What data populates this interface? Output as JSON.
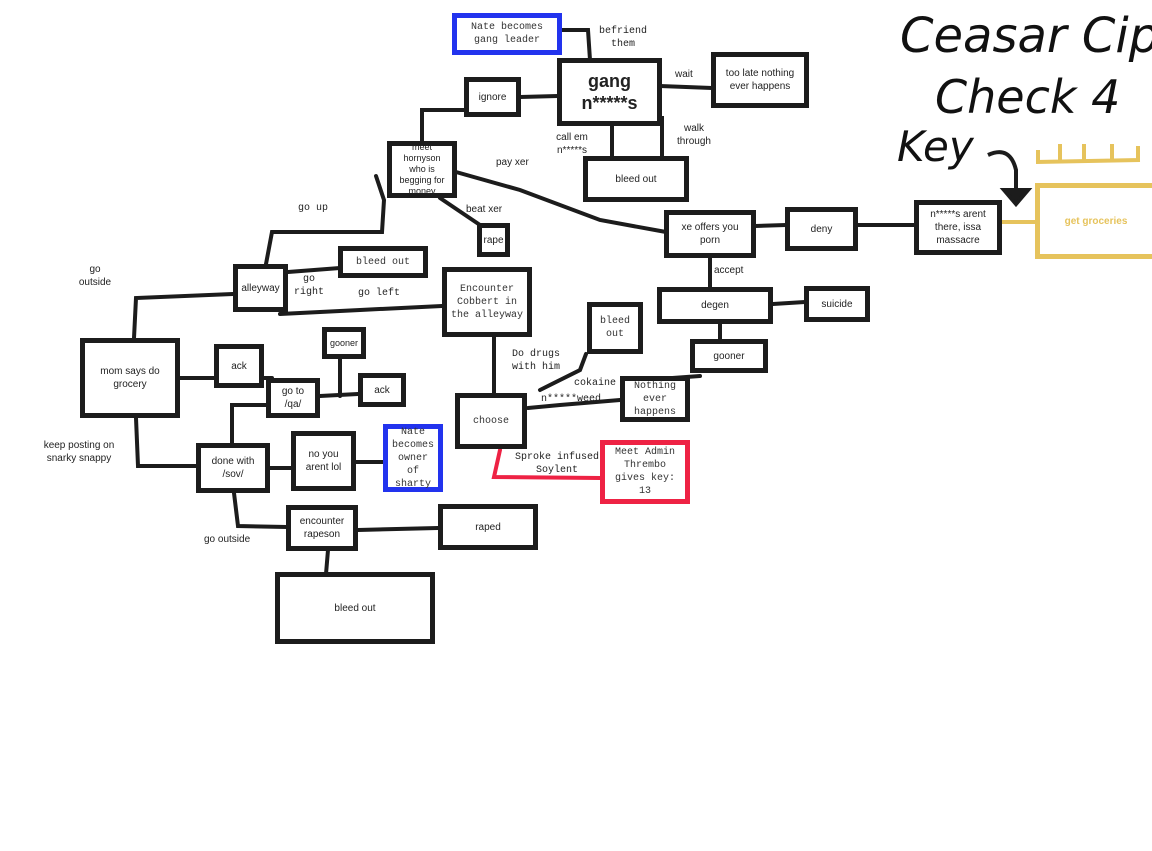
{
  "title_note": {
    "line1": "Ceasar Ciph",
    "line2": "Check 4",
    "line3": "Key"
  },
  "colors": {
    "ink": "#1c1c1c",
    "blue": "#2233ee",
    "red": "#ee2244",
    "yellow": "#e6c35c"
  },
  "nodes": {
    "nate_gang_leader": "Nate becomes gang leader",
    "gang": "gang n*****s",
    "too_late": "too late nothing ever happens",
    "bleed_out_gang": "bleed out",
    "ignore": "ignore",
    "meet_hornyson": "meet hornyson who is begging for money",
    "rape": "rape",
    "xe_offers_porn": "xe offers you porn",
    "deny": "deny",
    "massacre": "n*****s arent there, issa massacre",
    "get_groceries": "get groceries",
    "degen": "degen",
    "suicide": "suicide",
    "gooner_right": "gooner",
    "bleed_out_drugs": "bleed out",
    "alleyway": "alleyway",
    "bleed_out_alley": "bleed out",
    "encounter_cobbert": "Encounter Cobbert in the alleyway",
    "mom_grocery": "mom says do grocery",
    "ack_1": "ack",
    "gooner_mid": "gooner",
    "go_to_qa": "go to /qa/",
    "ack_2": "ack",
    "choose": "choose",
    "nothing_happens": "Nothing ever happens",
    "done_with_sov": "done with /sov/",
    "no_you_arent": "no you arent lol",
    "nate_sharty": "Nate becomes owner of sharty",
    "meet_thrembo": "Meet Admin Thrembo gives key: 13",
    "encounter_rapeson": "encounter rapeson",
    "raped": "raped",
    "bleed_out_bottom": "bleed out"
  },
  "edge_labels": {
    "befriend_them": "befriend them",
    "wait": "wait",
    "walk_through": "walk through",
    "call_em": "call em n*****s",
    "pay_xer": "pay xer",
    "beat_xer": "beat xer",
    "accept": "accept",
    "go_up": "go up",
    "go_right": "go right",
    "go_left": "go left",
    "go_outside_top": "go outside",
    "do_drugs": "Do drugs with him",
    "cokaine": "cokaine",
    "weed": "n*****weed",
    "keep_posting": "keep posting on snarky snappy",
    "sproke_soylent": "Sproke infused Soylent",
    "go_outside_bottom": "go outside"
  }
}
